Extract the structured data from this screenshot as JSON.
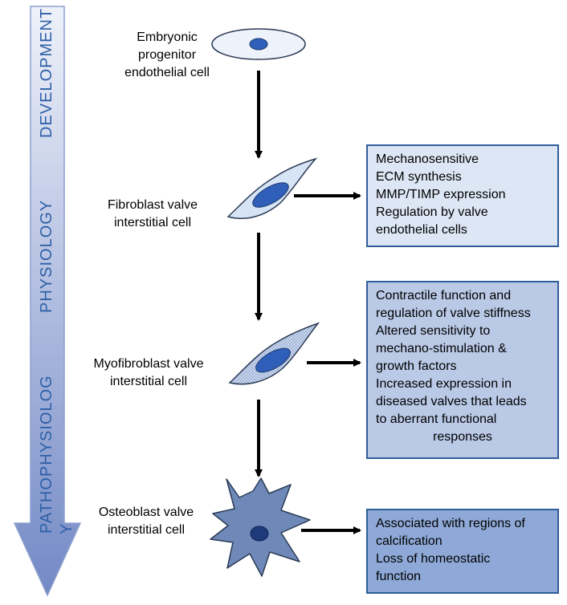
{
  "stages": {
    "development": "DEVELOPMENT",
    "physiology": "PHYSIOLOGY",
    "pathophysiology_line1": "PATHOPHYSIOLOG",
    "pathophysiology_line2": "Y"
  },
  "cells": {
    "embryonic": "Embryonic\nprogenitor\nendothelial cell",
    "fibroblast": "Fibroblast valve\ninterstitial cell",
    "myofibroblast": "Myofibroblast valve\ninterstitial cell",
    "osteoblast": "Osteoblast valve\ninterstitial cell"
  },
  "boxes": {
    "fibroblast": [
      "Mechanosensitive",
      "ECM synthesis",
      "MMP/TIMP expression",
      "Regulation by valve",
      "endothelial cells"
    ],
    "myofibroblast": [
      "Contractile function and",
      "regulation of valve stiffness",
      "Altered sensitivity to",
      "mechano-stimulation &",
      "growth factors",
      "Increased expression in",
      "diseased valves that leads",
      "to aberrant functional",
      "responses"
    ],
    "osteoblast": [
      "Associated with regions of",
      "calcification",
      "Loss of homeostatic",
      "function"
    ]
  },
  "colors": {
    "arrow_top": "#eef1f9",
    "arrow_bottom": "#7389c6",
    "box_fill_1": "#dde6f4",
    "box_fill_2": "#b9c9e6",
    "box_fill_3": "#8ea9d7",
    "box_border": "#2f5d9a",
    "nucleus": "#2f5fb8",
    "osteoblast_cell": "#6e89b8"
  }
}
